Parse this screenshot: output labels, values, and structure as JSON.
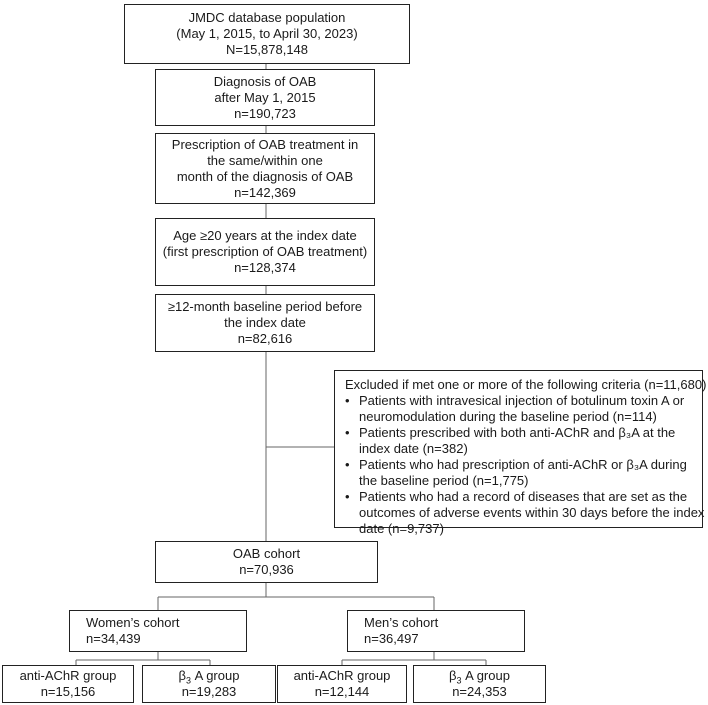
{
  "boxes": {
    "jmdc": {
      "lines": [
        "JMDC database population",
        "(May 1, 2015, to April 30, 2023)",
        "N=15,878,148"
      ]
    },
    "oab_diagnosis": {
      "lines": [
        "Diagnosis of OAB",
        "after May 1, 2015",
        "n=190,723"
      ]
    },
    "prescription": {
      "lines": [
        "Prescription of OAB treatment in",
        "the same/within one",
        "month of the diagnosis of OAB",
        "n=142,369"
      ]
    },
    "age": {
      "lines": [
        "Age ≥20 years at the index date",
        "(first prescription of OAB treatment)",
        "n=128,374"
      ]
    },
    "baseline": {
      "lines": [
        "≥12-month baseline period before",
        "the index date",
        "n=82,616"
      ]
    },
    "cohort": {
      "lines": [
        "OAB cohort",
        "n=70,936"
      ]
    },
    "women": {
      "lines": [
        "Women’s cohort",
        "n=34,439"
      ]
    },
    "men": {
      "lines": [
        "Men’s cohort",
        "n=36,497"
      ]
    },
    "women_antiachr": {
      "lines": [
        "anti-AChR group",
        "n=15,156"
      ]
    },
    "women_b3a": {
      "label_pre": "β",
      "label_sub": "3",
      "label_post": "A group",
      "n": "n=19,283"
    },
    "men_antiachr": {
      "lines": [
        "anti-AChR group",
        "n=12,144"
      ]
    },
    "men_b3a": {
      "label_pre": "β",
      "label_sub": "3",
      "label_post": "A group",
      "n": "n=24,353"
    }
  },
  "exclusion": {
    "header": "Excluded if met one or more of the following criteria (n=11,680)",
    "items": [
      {
        "lines": [
          "Patients with intravesical injection of botulinum toxin A or",
          "neuromodulation during the baseline period (n=114)"
        ]
      },
      {
        "lines": [
          "Patients prescribed with both anti-AChR and β₃A at the",
          "index date (n=382)"
        ]
      },
      {
        "lines": [
          "Patients who had prescription of anti-AChR or β₃A during",
          "the baseline period (n=1,775)"
        ]
      },
      {
        "lines": [
          "Patients who had a record of diseases that are set as the",
          "outcomes of adverse events within 30 days before the index",
          "date (n=9,737)"
        ]
      }
    ]
  }
}
